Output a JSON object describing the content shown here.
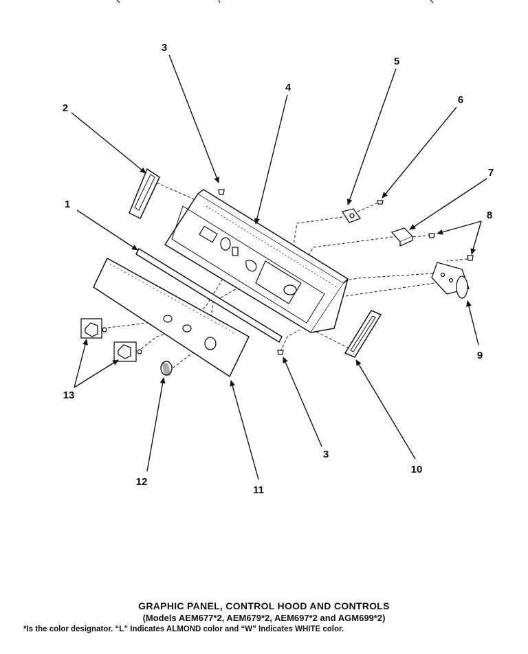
{
  "callouts": [
    "1",
    "2",
    "3",
    "4",
    "5",
    "6",
    "7",
    "8",
    "9",
    "10",
    "11",
    "12",
    "13",
    "3"
  ],
  "caption": {
    "title": "GRAPHIC PANEL, CONTROL HOOD AND CONTROLS",
    "models": "(Models AEM677*2, AEM679*2, AEM697*2 and AGM699*2)",
    "note": "*Is the color designator. “L” Indicates ALMOND color and “W” Indicates WHITE color."
  }
}
